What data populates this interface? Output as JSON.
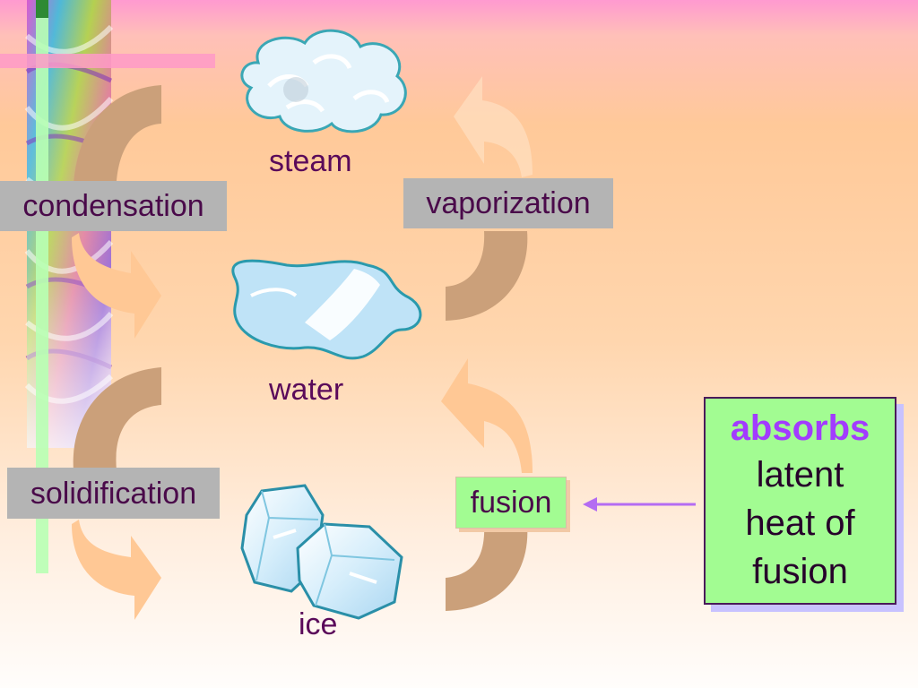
{
  "colors": {
    "gray_box": "#b4b4b4",
    "green_box": "#a2fc92",
    "label_text": "#5a0a5a",
    "highlight": "#a23bff",
    "arrow_dark": "#cba07a",
    "arrow_light": "#ffc895",
    "pointer": "#b46cf2"
  },
  "diagram": {
    "states": {
      "steam": "steam",
      "water": "water",
      "ice": "ice"
    },
    "processes": {
      "condensation": "condensation",
      "vaporization": "vaporization",
      "solidification": "solidification",
      "fusion": "fusion"
    }
  },
  "callout": {
    "highlight": "absorbs",
    "line1": "latent",
    "line2": "heat of",
    "line3": "fusion"
  }
}
